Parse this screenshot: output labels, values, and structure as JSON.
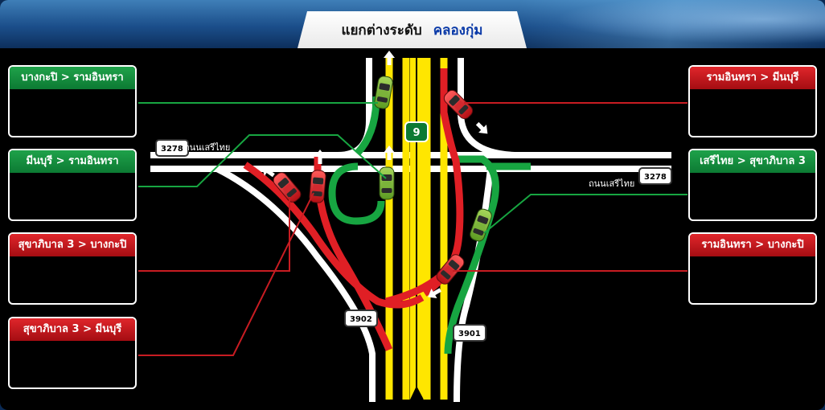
{
  "title": {
    "main": "แยกต่างระดับ",
    "accent": "คลองกุ่ม"
  },
  "left_panels": [
    {
      "label": "บางกะปิ > รามอินทรา",
      "color": "green"
    },
    {
      "label": "มีนบุรี > รามอินทรา",
      "color": "green"
    },
    {
      "label": "สุขาภิบาล 3 > บางกะปิ",
      "color": "red"
    },
    {
      "label": "สุขาภิบาล 3 > มีนบุรี",
      "color": "red"
    }
  ],
  "right_panels": [
    {
      "label": "รามอินทรา > มีนบุรี",
      "color": "red"
    },
    {
      "label": "เสรีไทย > สุขาภิบาล 3",
      "color": "green"
    },
    {
      "label": "รามอินทรา > บางกะปิ",
      "color": "red"
    }
  ],
  "shields": {
    "route_3278_left": "3278",
    "route_3278_right": "3278",
    "route_3902": "3902",
    "route_3901": "3901",
    "highway_9": "9"
  },
  "road_names": {
    "left": "ถนนเสรีไทย",
    "right": "ถนนเสรีไทย"
  },
  "colors": {
    "green_lane": "#17a541",
    "red_lane": "#e01f25",
    "yellow_lane": "#ffe600",
    "white_lane": "#ffffff",
    "background": "#000000"
  },
  "icons": [
    "car-icon",
    "direction-arrow-icon"
  ]
}
